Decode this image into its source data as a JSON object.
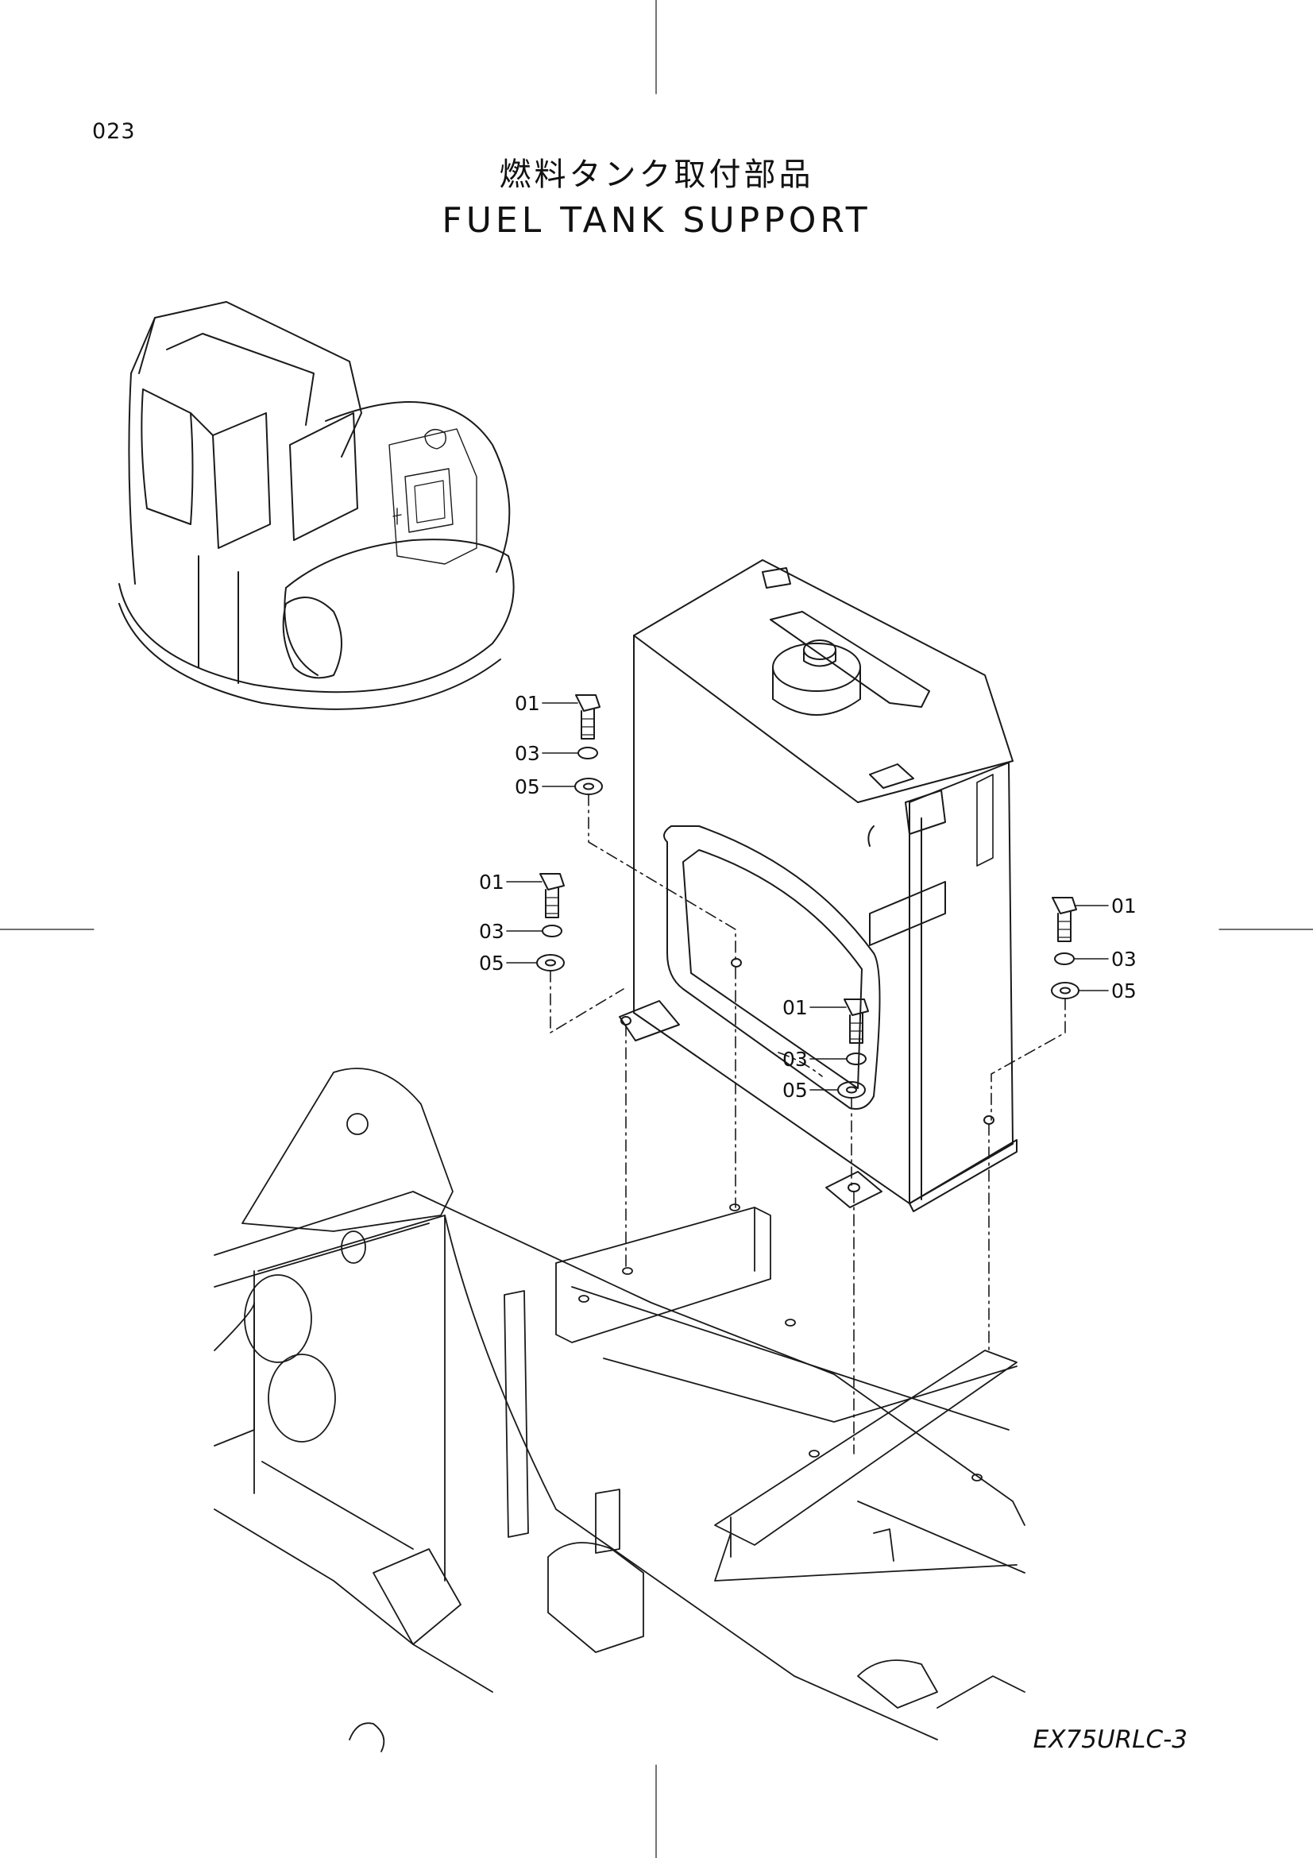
{
  "page": {
    "number": "023",
    "title_jp": "燃料タンク取付部品",
    "title_en": "FUEL TANK SUPPORT",
    "model": "EX75URLC-3"
  },
  "callouts": {
    "bolt": "01",
    "spring_washer": "03",
    "flat_washer": "05"
  },
  "colors": {
    "line": "#1a1a1a",
    "paper": "#ffffff"
  }
}
